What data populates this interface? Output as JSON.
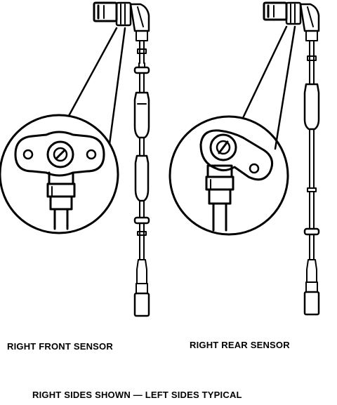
{
  "captions": {
    "left_sensor": "RIGHT FRONT SENSOR",
    "right_sensor": "RIGHT REAR SENSOR",
    "footer": "RIGHT SIDES SHOWN — LEFT SIDES TYPICAL"
  },
  "colors": {
    "ink": "#000000",
    "paper": "#ffffff"
  }
}
